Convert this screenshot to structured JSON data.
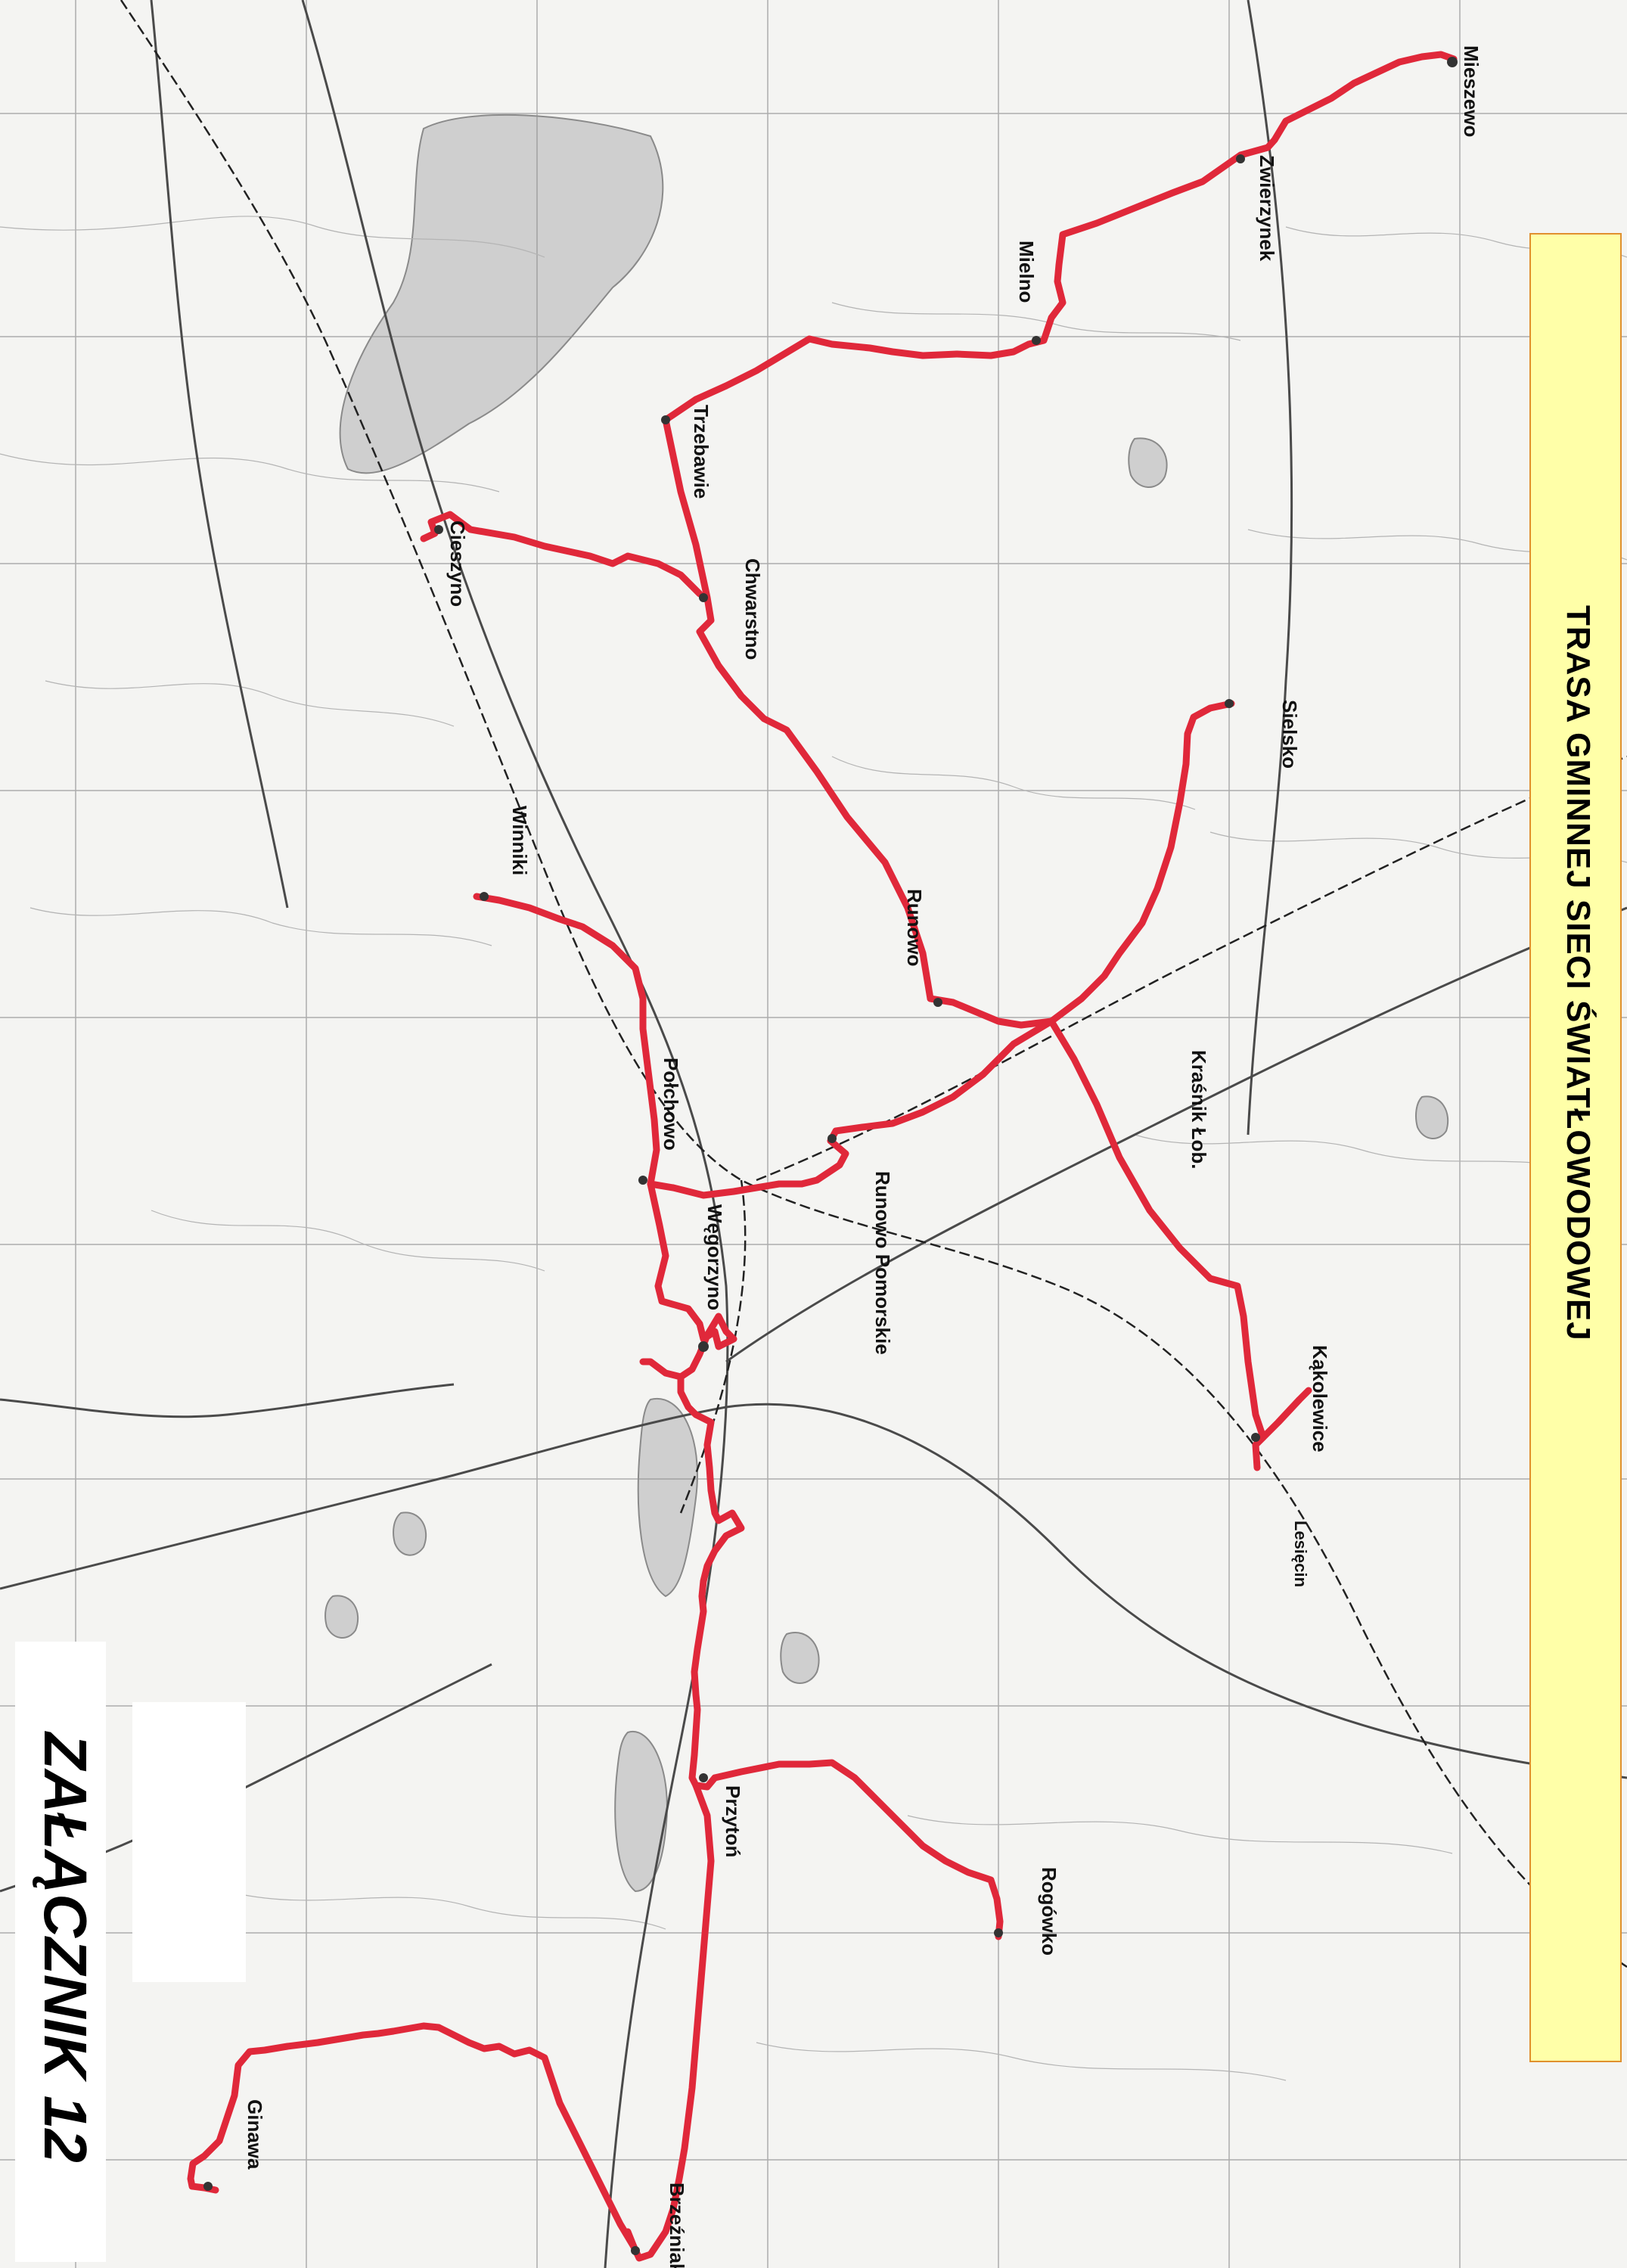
{
  "title": "TRASA GMINNEJ SIECI ŚWIATŁOWODOWEJ",
  "attachment": "ZAŁĄCZNIK 12",
  "colors": {
    "route": "#e0283a",
    "title_background": "#ffffa8",
    "title_border": "#e0902e",
    "map_lines": "#3c3c3c",
    "water": "#c8c8c8"
  },
  "places": [
    {
      "id": "mieszewo",
      "name": "Mieszewo"
    },
    {
      "id": "zwierzynek",
      "name": "Zwierzynek"
    },
    {
      "id": "mielno",
      "name": "Mielno"
    },
    {
      "id": "trzebawie",
      "name": "Trzebawie"
    },
    {
      "id": "cieszyno",
      "name": "Cieszyno"
    },
    {
      "id": "chwarstno",
      "name": "Chwarstno"
    },
    {
      "id": "sielsko",
      "name": "Sielsko"
    },
    {
      "id": "winniki",
      "name": "Winniki"
    },
    {
      "id": "runowo",
      "name": "Runowo"
    },
    {
      "id": "polchowo",
      "name": "Połchowo"
    },
    {
      "id": "runowo-pomorskie",
      "name": "Runowo Pomorskie"
    },
    {
      "id": "wegorzyno",
      "name": "Węgorzyno"
    },
    {
      "id": "krasnik-lob",
      "name": "Kraśnik Łob."
    },
    {
      "id": "kakolewice",
      "name": "Kąkolewice"
    },
    {
      "id": "lesiecin",
      "name": "Lesięcin"
    },
    {
      "id": "przyton",
      "name": "Przytoń"
    },
    {
      "id": "rogowko",
      "name": "Rogówko"
    },
    {
      "id": "ginawa",
      "name": "Ginawa"
    },
    {
      "id": "brzezniak",
      "name": "Brzeźniak"
    }
  ]
}
